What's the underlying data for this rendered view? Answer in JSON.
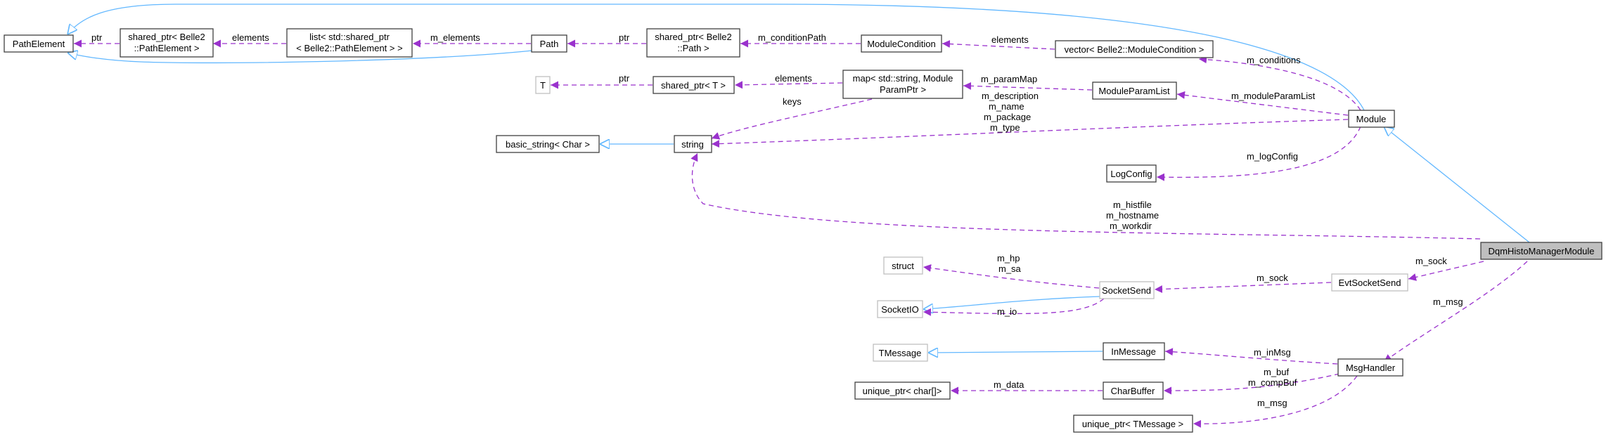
{
  "nodes": {
    "path_element": "PathElement",
    "sp_path_element": [
      "shared_ptr< Belle2",
      "::PathElement >"
    ],
    "list_sp_path_element": [
      "list< std::shared_ptr",
      "< Belle2::PathElement > >"
    ],
    "path": "Path",
    "sp_path": [
      "shared_ptr< Belle2",
      "::Path >"
    ],
    "module_condition": "ModuleCondition",
    "vector_module_condition": "vector< Belle2::ModuleCondition >",
    "t": "T",
    "sp_t": "shared_ptr< T >",
    "map_string_param": [
      "map< std::string, Module",
      "ParamPtr >"
    ],
    "module_param_list": "ModuleParamList",
    "module": "Module",
    "basic_string": "basic_string< Char >",
    "string": "string",
    "log_config": "LogConfig",
    "dqm_histo_manager_module": "DqmHistoManagerModule",
    "struct": "struct",
    "socket_send": "SocketSend",
    "evt_socket_send": "EvtSocketSend",
    "socket_io": "SocketIO",
    "tmessage": "TMessage",
    "in_message": "InMessage",
    "msg_handler": "MsgHandler",
    "unique_ptr_char": "unique_ptr< char[]>",
    "char_buffer": "CharBuffer",
    "unique_ptr_tmessage": "unique_ptr< TMessage >"
  },
  "edge_labels": {
    "ptr_path_element": "ptr",
    "elements_path_element": "elements",
    "m_elements": "m_elements",
    "ptr_path": "ptr",
    "m_condition_path": "m_conditionPath",
    "elements_module_condition": "elements",
    "m_conditions": "m_conditions",
    "ptr_t": "ptr",
    "elements_t": "elements",
    "m_param_map": "m_paramMap",
    "m_module_param_list": "m_moduleParamList",
    "keys": "keys",
    "module_strings": [
      "m_description",
      "m_name",
      "m_package",
      "m_type"
    ],
    "m_log_config": "m_logConfig",
    "dqm_strings": [
      "m_histfile",
      "m_hostname",
      "m_workdir"
    ],
    "m_sock": "m_sock",
    "m_sock_send": "m_sock",
    "m_hp_sa": [
      "m_hp",
      "m_sa"
    ],
    "m_io": "m_io",
    "m_msg": "m_msg",
    "m_in_msg": "m_inMsg",
    "m_buf_comp": [
      "m_buf",
      "m_compBuf"
    ],
    "m_data": "m_data",
    "m_msg_unique": "m_msg"
  },
  "colors": {
    "usage_edge": "#9a32cd",
    "inheritance_edge": "#63b8ff",
    "node_border": "#404040",
    "undocumented_border": "#bfbfbf",
    "focus_fill": "#bfbfbf"
  }
}
